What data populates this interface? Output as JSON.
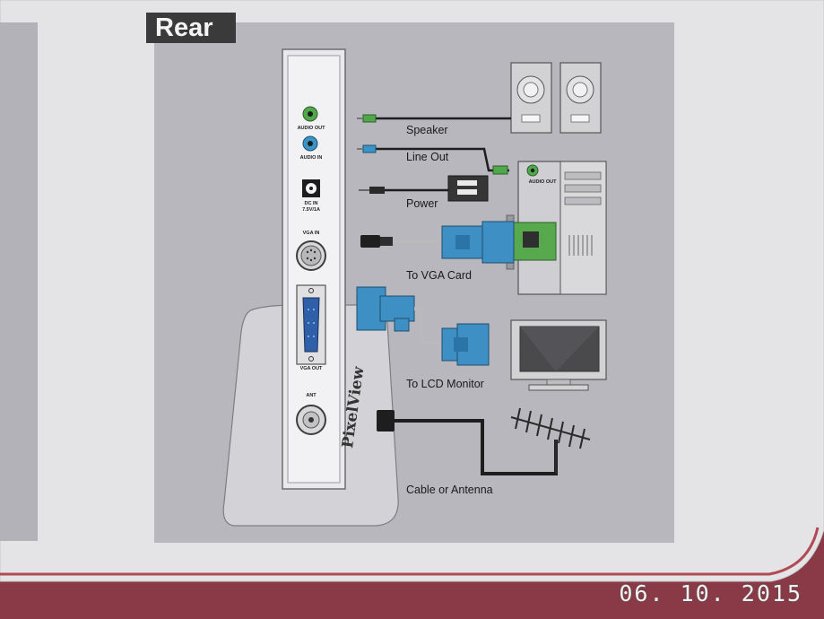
{
  "title": "Rear",
  "device_ports": {
    "audio_out": "AUDIO OUT",
    "audio_in": "AUDIO IN",
    "dc_in_line1": "DC IN",
    "dc_in_line2": "7.5V/1A",
    "vga_in": "VGA IN",
    "vga_out": "VGA OUT",
    "ant": "ANT"
  },
  "brand": "PixelView",
  "connections": {
    "speaker": "Speaker",
    "line_out": "Line Out",
    "power": "Power",
    "vga_card": "To VGA Card",
    "lcd_monitor": "To LCD Monitor",
    "antenna": "Cable or Antenna"
  },
  "pc_port_label": "AUDIO OUT",
  "date_stamp": "06. 10. 2015",
  "colors": {
    "background_frame": "#8a3a47",
    "page": "#e6e6e8",
    "panel": "#b7b7bd",
    "vga_blue": "#3d8fc4",
    "audio_green": "#4fa84a",
    "audio_blue": "#3a94c8"
  }
}
